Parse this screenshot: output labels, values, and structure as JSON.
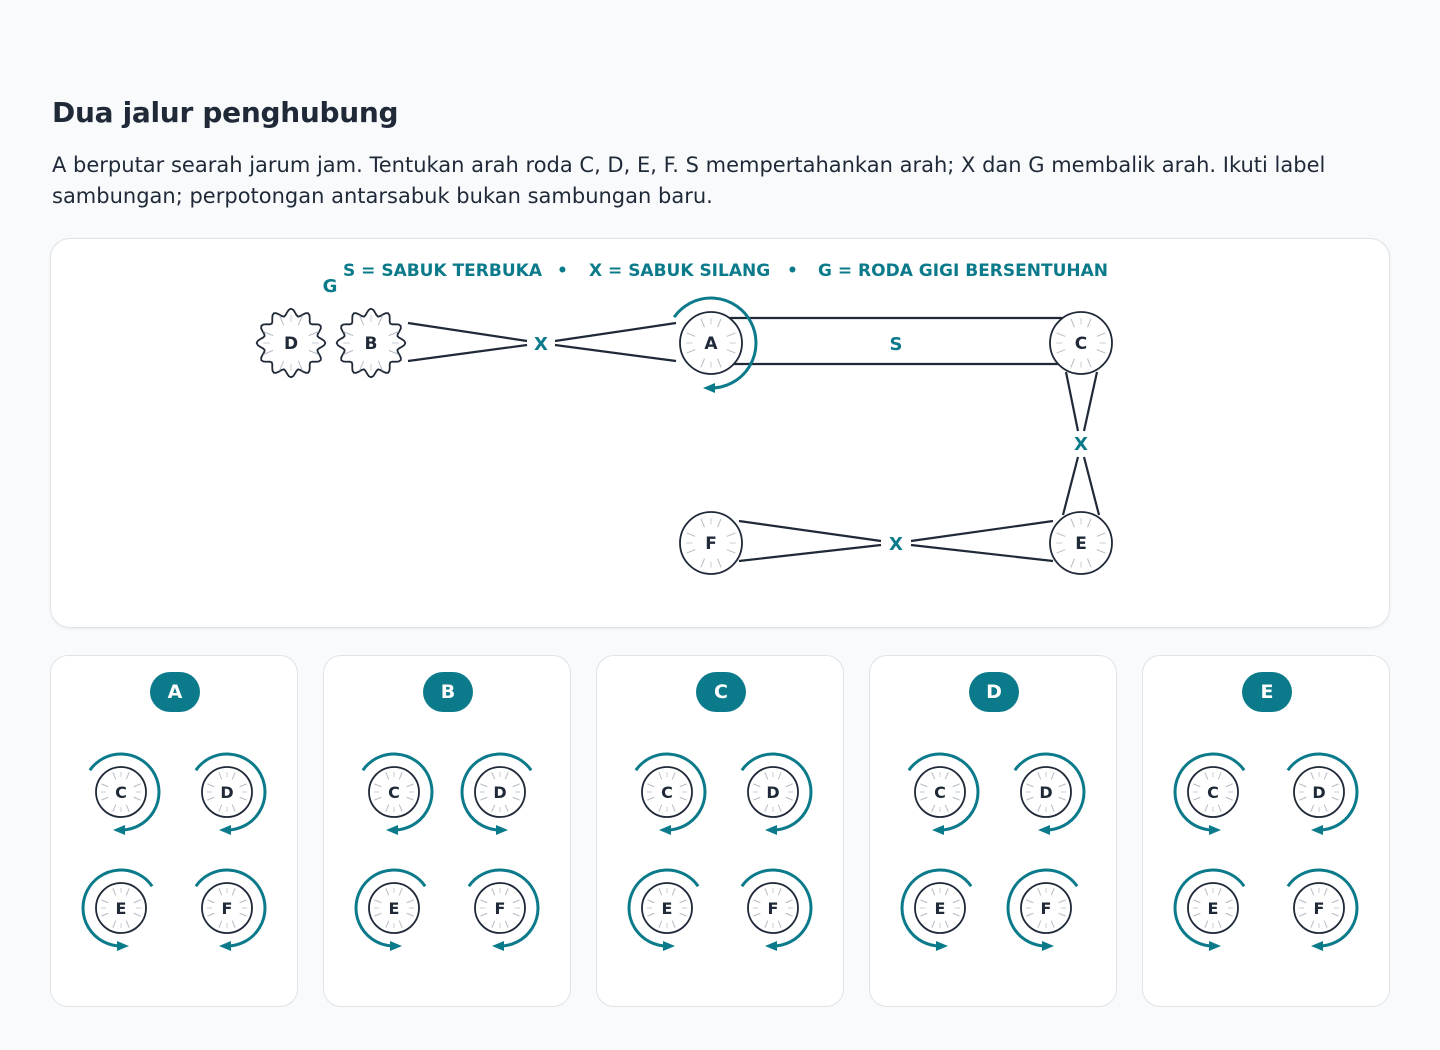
{
  "title": "Dua jalur penghubung",
  "instructions": "A berputar searah jarum jam. Tentukan arah roda C, D, E, F. S mempertahankan arah; X dan G membalik arah. Ikuti label sambungan; perpotongan antarsabuk bukan sambungan baru.",
  "legend": {
    "open": "S = SABUK TERBUKA",
    "separator": "•",
    "cross": "X = SABUK SILANG",
    "gear": "G = RODA GIGI BERSENTUHAN"
  },
  "wheels": {
    "A": {
      "label": "A",
      "type": "pulley",
      "rotation": "clockwise"
    },
    "B": {
      "label": "B",
      "type": "gear"
    },
    "C": {
      "label": "C",
      "type": "pulley"
    },
    "D": {
      "label": "D",
      "type": "gear"
    },
    "E": {
      "label": "E",
      "type": "pulley"
    },
    "F": {
      "label": "F",
      "type": "pulley"
    }
  },
  "connections": [
    {
      "from": "D",
      "to": "B",
      "label": "G"
    },
    {
      "from": "B",
      "to": "A",
      "label": "X"
    },
    {
      "from": "A",
      "to": "C",
      "label": "S"
    },
    {
      "from": "C",
      "to": "E",
      "label": "X"
    },
    {
      "from": "E",
      "to": "F",
      "label": "X"
    }
  ],
  "options": [
    {
      "letter": "A",
      "wheels": [
        {
          "label": "C",
          "rotation": "clockwise"
        },
        {
          "label": "D",
          "rotation": "clockwise"
        },
        {
          "label": "E",
          "rotation": "counterclockwise"
        },
        {
          "label": "F",
          "rotation": "clockwise"
        }
      ]
    },
    {
      "letter": "B",
      "wheels": [
        {
          "label": "C",
          "rotation": "clockwise"
        },
        {
          "label": "D",
          "rotation": "counterclockwise"
        },
        {
          "label": "E",
          "rotation": "counterclockwise"
        },
        {
          "label": "F",
          "rotation": "clockwise"
        }
      ]
    },
    {
      "letter": "C",
      "wheels": [
        {
          "label": "C",
          "rotation": "clockwise"
        },
        {
          "label": "D",
          "rotation": "clockwise"
        },
        {
          "label": "E",
          "rotation": "counterclockwise"
        },
        {
          "label": "F",
          "rotation": "clockwise"
        }
      ]
    },
    {
      "letter": "D",
      "wheels": [
        {
          "label": "C",
          "rotation": "clockwise"
        },
        {
          "label": "D",
          "rotation": "clockwise"
        },
        {
          "label": "E",
          "rotation": "counterclockwise"
        },
        {
          "label": "F",
          "rotation": "counterclockwise"
        }
      ]
    },
    {
      "letter": "E",
      "wheels": [
        {
          "label": "C",
          "rotation": "counterclockwise"
        },
        {
          "label": "D",
          "rotation": "clockwise"
        },
        {
          "label": "E",
          "rotation": "counterclockwise"
        },
        {
          "label": "F",
          "rotation": "clockwise"
        }
      ]
    }
  ],
  "colors": {
    "accent": "#0b7a8a",
    "ink": "#1f2937",
    "card_border": "#dfe3e8",
    "background": "#f8fafc"
  }
}
